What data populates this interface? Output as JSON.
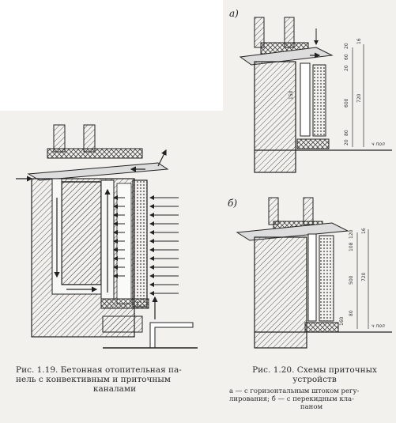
{
  "fig19": {
    "caption_line1": "Рис. 1.19. Бетонная отопительная па-",
    "caption_line2": "нель с конвективным и приточным",
    "caption_line3": "каналами"
  },
  "fig20": {
    "label_a": "а)",
    "label_b": "б)",
    "caption_line1": "Рис. 1.20. Схемы приточных",
    "caption_line2": "устройств",
    "legend_line1": "а — с горизонтальным штоком регу-",
    "legend_line2": "лирования; б — с перекидным кла-",
    "legend_line3": "паном",
    "dims_a": {
      "d1": "20",
      "d2": "16",
      "d3": "60",
      "d4": "20",
      "d5": "600",
      "d6": "720",
      "d7": "80",
      "d8": "20",
      "d9": "150",
      "floor": "ч пол"
    },
    "dims_b": {
      "d1": "120",
      "d2": "16",
      "d3": "108",
      "d4": "500",
      "d5": "720",
      "d6": "80",
      "d7": "160",
      "floor": "ч пол"
    }
  },
  "colors": {
    "ink": "#2a2a2a",
    "paper": "#f2f1ee",
    "corner": "#ffffff"
  }
}
